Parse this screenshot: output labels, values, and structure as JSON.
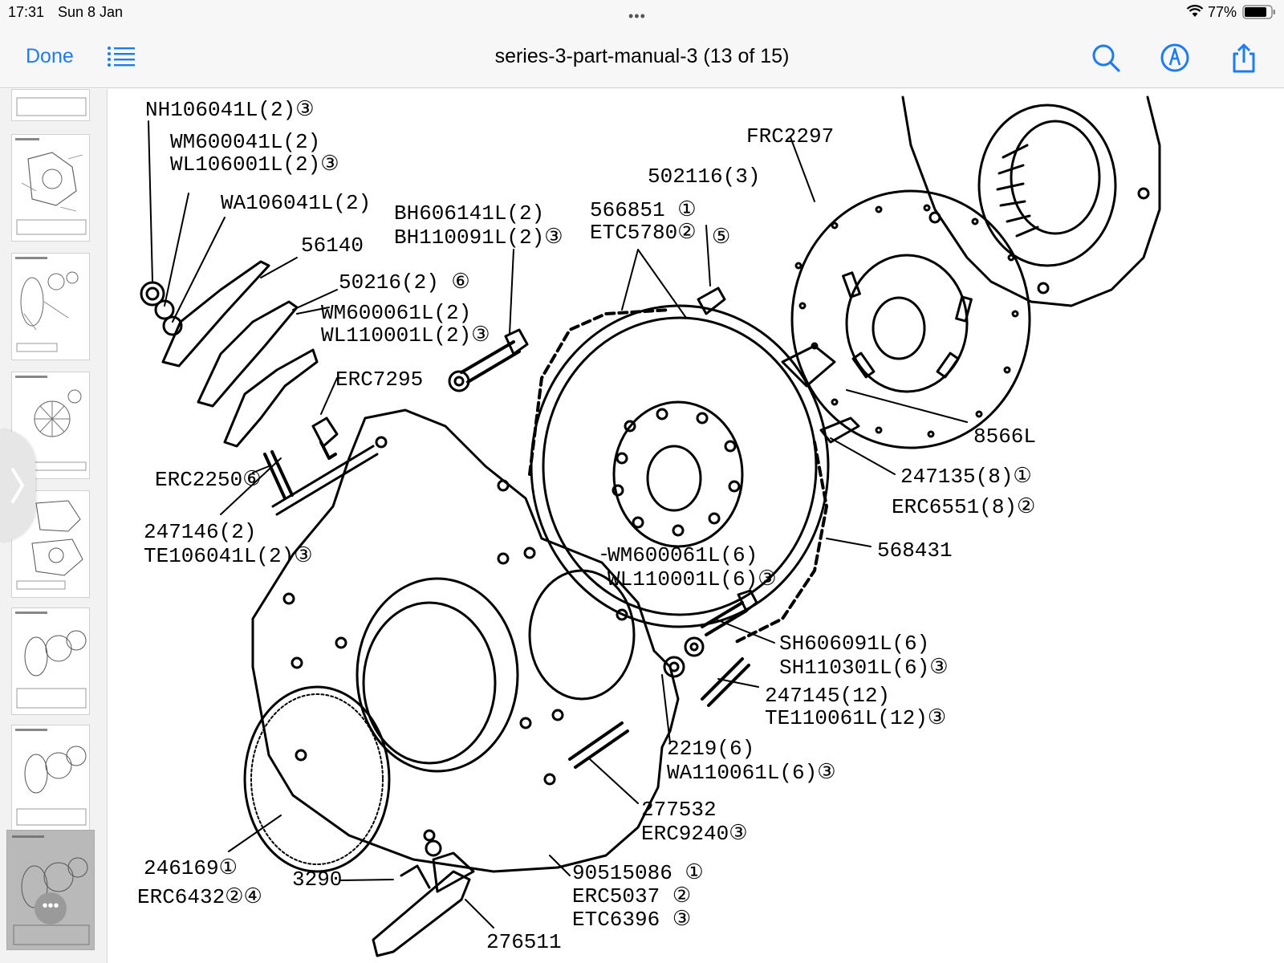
{
  "status": {
    "time": "17:31",
    "date": "Sun 8 Jan",
    "battery": "77%"
  },
  "nav": {
    "done_label": "Done",
    "title": "series-3-part-manual-3 (13 of 15)"
  },
  "sidebar": {
    "more_label": "•••"
  },
  "diagram": {
    "labels": {
      "nh106041l": "NH106041L(2)③",
      "wm600041l": "WM600041L(2)",
      "wl106001l": "WL106001L(2)③",
      "wa106041l": "WA106041L(2)",
      "p56140": "56140",
      "bh606141l": "BH606141L(2)",
      "bh110091l": "BH110091L(2)③",
      "p50216": "50216(2) ⑥",
      "wm600061l_a": "WM600061L(2)",
      "wl110001l_a": "WL110001L(2)③",
      "erc7295": "ERC7295",
      "erc2250": "ERC2250⑥",
      "p247146": "247146(2)",
      "te106041l": "TE106041L(2)③",
      "frc2297": "FRC2297",
      "p502116": "502116(3)",
      "p566851": "566851 ①",
      "etc5780": "ETC5780②",
      "circled5": "⑤",
      "p8566l": "8566L",
      "p247135": "247135(8)①",
      "erc6551": "ERC6551(8)②",
      "p568431": "568431",
      "wm600061l_b": "WM600061L(6)",
      "wl110001l_b": "WL110001L(6)③",
      "sh606091l": "SH606091L(6)",
      "sh110301l": "SH110301L(6)③",
      "p247145": "247145(12)",
      "te110061l": "TE110061L(12)③",
      "p2219": "2219(6)",
      "wa110061l": "WA110061L(6)③",
      "p277532": "277532",
      "erc9240": "ERC9240③",
      "p246169": "246169①",
      "erc6432": "ERC6432②④",
      "p3290": "3290",
      "p90515086": "90515086 ①",
      "erc5037": "ERC5037  ②",
      "etc6396": "ETC6396  ③",
      "p276511": "276511"
    }
  }
}
